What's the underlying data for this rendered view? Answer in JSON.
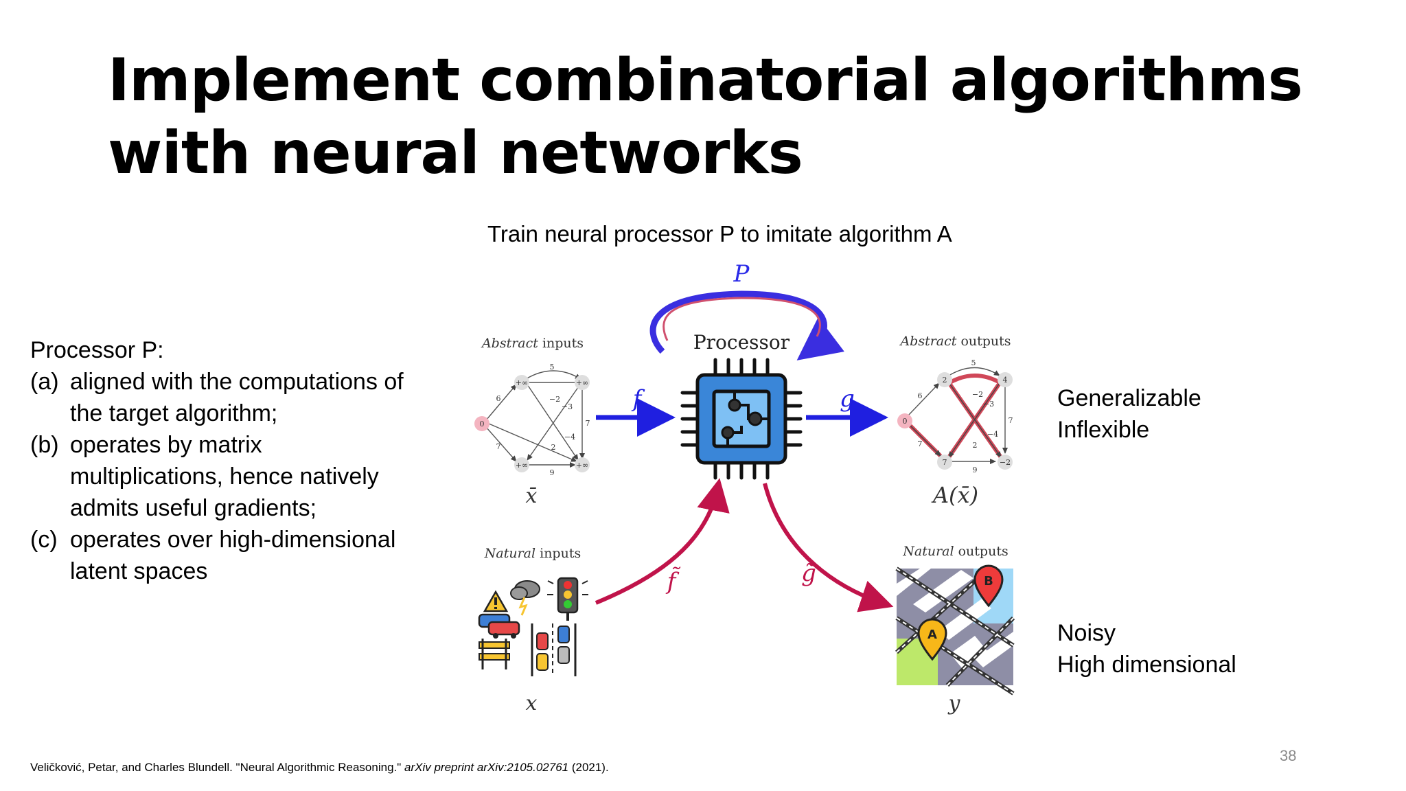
{
  "title": {
    "line1": "Implement combinatorial algorithms",
    "line2": "with neural networks"
  },
  "diagram": {
    "caption": "Train neural processor P to imitate algorithm A",
    "loop_label": "P",
    "processor_label": "Processor",
    "abstract_inputs": {
      "italic": "Abstract",
      "rest": " inputs"
    },
    "abstract_outputs": {
      "italic": "Abstract",
      "rest": " outputs"
    },
    "natural_inputs": {
      "italic": "Natural",
      "rest": " inputs"
    },
    "natural_outputs": {
      "italic": "Natural",
      "rest": " outputs"
    },
    "var_xbar": "x̄",
    "var_axbar": "A(x̄)",
    "var_x": "x",
    "var_y": "y",
    "arrow_f": "f",
    "arrow_g": "g",
    "arrow_f_tilde": "f̃",
    "arrow_g_tilde": "g̃",
    "graph_input": {
      "nodes": [
        "0",
        "+∞",
        "+∞",
        "+∞",
        "+∞"
      ],
      "edges": [
        "5",
        "6",
        "−2",
        "−3",
        "7",
        "−4",
        "2",
        "7",
        "9"
      ]
    },
    "graph_output": {
      "nodes": [
        "0",
        "2",
        "4",
        "7",
        "−2"
      ],
      "edges": [
        "5",
        "6",
        "−2",
        "−3",
        "7",
        "−4",
        "2",
        "7",
        "9"
      ]
    },
    "map_pins": [
      "A",
      "B"
    ],
    "colors": {
      "blue": "#1f1fe0",
      "crimson": "#c0134a",
      "chip": "#3a86d8"
    }
  },
  "processor_desc": {
    "heading": "Processor P:",
    "items": [
      {
        "marker": "(a)",
        "text": "aligned with the computations of the target algorithm;"
      },
      {
        "marker": "(b)",
        "text": "operates by matrix multiplications, hence natively admits useful gradients;"
      },
      {
        "marker": "(c)",
        "text": "operates over high-dimensional latent spaces"
      }
    ]
  },
  "properties": {
    "abstract": [
      "Generalizable",
      "Inflexible"
    ],
    "natural": [
      "Noisy",
      "High dimensional"
    ]
  },
  "citation": {
    "prefix": "Veličković, Petar, and Charles Blundell. \"Neural Algorithmic Reasoning.\" ",
    "italic": "arXiv preprint arXiv:2105.02761",
    "suffix": " (2021)."
  },
  "page_number": "38"
}
